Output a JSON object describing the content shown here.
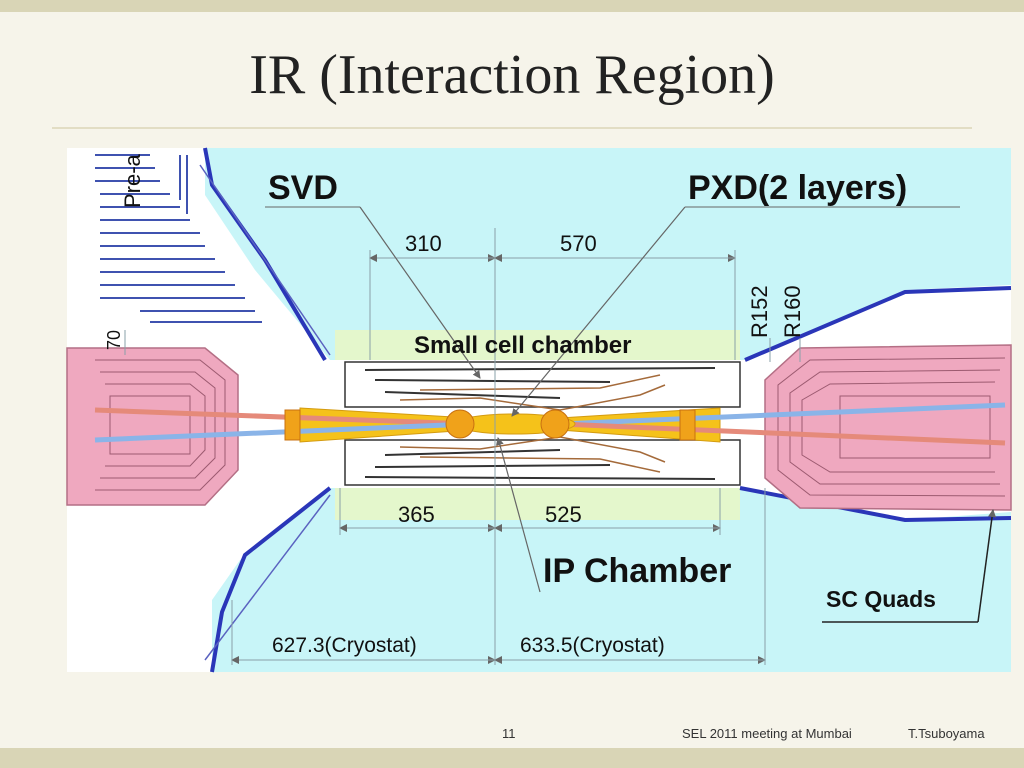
{
  "slide": {
    "title": "IR (Interaction Region)",
    "page_number": "11",
    "footer_meeting": "SEL 2011 meeting at Mumbai",
    "footer_author": "T.Tsuboyama"
  },
  "diagram": {
    "labels": {
      "svd": "SVD",
      "pxd": "PXD(2 layers)",
      "small_cell_chamber": "Small cell chamber",
      "ip_chamber": "IP Chamber",
      "sc_quads": "SC Quads",
      "pre_a": "Pre-a",
      "r152": "R152",
      "r160": "R160",
      "dim_70": "70"
    },
    "dimensions": {
      "top_left": "310",
      "top_right": "570",
      "bottom_left": "365",
      "bottom_right": "525",
      "cryostat_left": "627.3(Cryostat)",
      "cryostat_right": "633.5(Cryostat)"
    }
  },
  "colors": {
    "cyan_region": "#c8f5f8",
    "pink_magnet": "#efa8bf",
    "beam_yellow": "#f5c21a",
    "cryostat_blue": "#2a36b8",
    "green_band": "#e4f7cc"
  }
}
